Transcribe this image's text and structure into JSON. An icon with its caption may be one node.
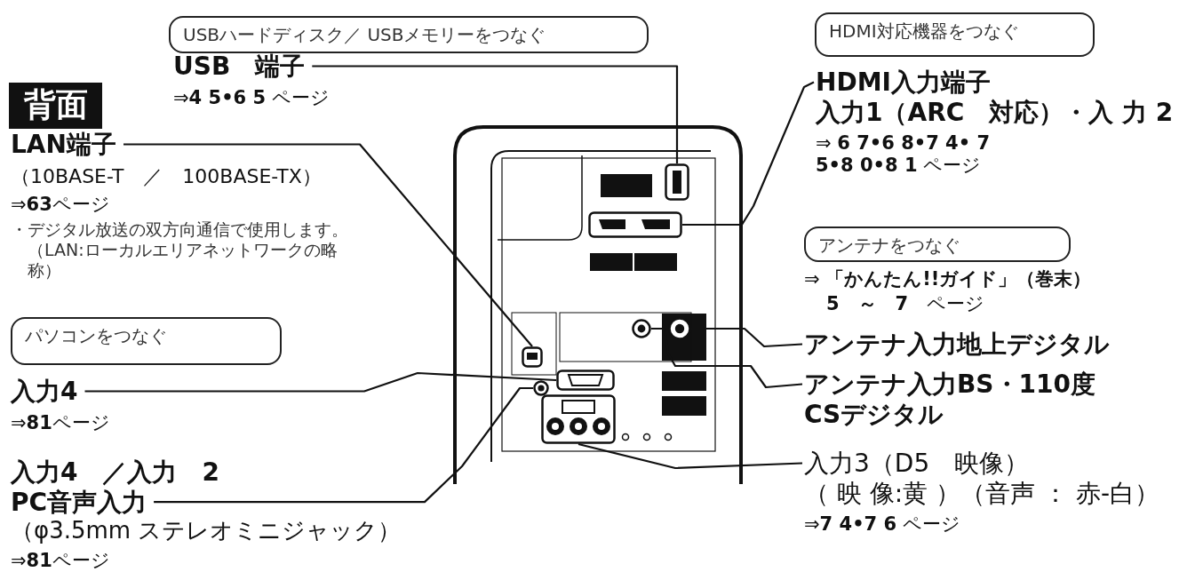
{
  "diagram": {
    "nodes": [
      {
        "text": [
          "USBハードディスク／ USBメモリーをつなぐ"
        ]
      },
      {
        "text": [
          "HDMI対応機器をつなぐ"
        ]
      },
      {
        "text": [
          "背面"
        ]
      },
      {
        "text": [
          "USB　端子",
          "⇒**4 5•6 5** ページ"
        ]
      },
      {
        "text": [
          "HDMI入力端子",
          "入力1（ARC　対応）・入 力 2",
          "⇒ **6 7•6 8•7 4• 7 5•8 0•8 1** ページ"
        ]
      },
      {
        "text": [
          "LAN端子",
          "（10BASE-T　／　100BASE-TX）",
          "⇒**63**ページ",
          "・デジタル放送の双方向通信で使用します。（LAN:ローカルエリアネットワークの略称）"
        ]
      },
      {
        "text": [
          "アンテナをつなぐ"
        ]
      },
      {
        "text": [
          "パソコンをつなぐ"
        ]
      },
      {
        "text": [
          "アンテナ入力地上デジタル"
        ]
      },
      {
        "text": [
          "アンテナ入力BS・110度CSデジタル"
        ]
      },
      {
        "text": [
          "入力4",
          "⇒**81**ページ"
        ]
      },
      {
        "text": [
          "入力4　／入力　2",
          "PC音声入力",
          "（φ3.5mm ステレオミニジャック）",
          "⇒**81**ページ"
        ]
      },
      {
        "text": [
          "入力3（D5　映像）",
          "（ 映 像:黄 ）（音声 ： 赤-白）",
          "⇒**7 4•7 6** ページ"
        ]
      },
      {
        "text": [],
        "shape": "box"
      },
      {
        "text": [],
        "shape": "box"
      },
      {
        "text": [],
        "shape": "box"
      },
      {
        "text": [],
        "shape": "circle"
      },
      {
        "text": [],
        "shape": "circle"
      },
      {
        "text": [],
        "shape": "box"
      },
      {
        "text": [],
        "shape": "circle"
      },
      {
        "text": [],
        "shape": "box"
      }
    ],
    "edges": [
      {
        "from": 3,
        "to": 13,
        "arrow": "none"
      },
      {
        "from": 4,
        "to": 14,
        "arrow": "none"
      },
      {
        "from": 5,
        "to": 15,
        "arrow": "none"
      },
      {
        "from": 8,
        "to": 17,
        "arrow": "none"
      },
      {
        "from": 9,
        "to": 16,
        "arrow": "none"
      },
      {
        "from": 10,
        "to": 18,
        "arrow": "none"
      },
      {
        "from": 11,
        "to": 19,
        "arrow": "none"
      },
      {
        "from": 12,
        "to": 20,
        "arrow": "none"
      }
    ],
    "labels": [
      "⇒ **「かんたん!!ガイド」（巻末）**",
      "**5　～　7**　ページ"
    ]
  }
}
